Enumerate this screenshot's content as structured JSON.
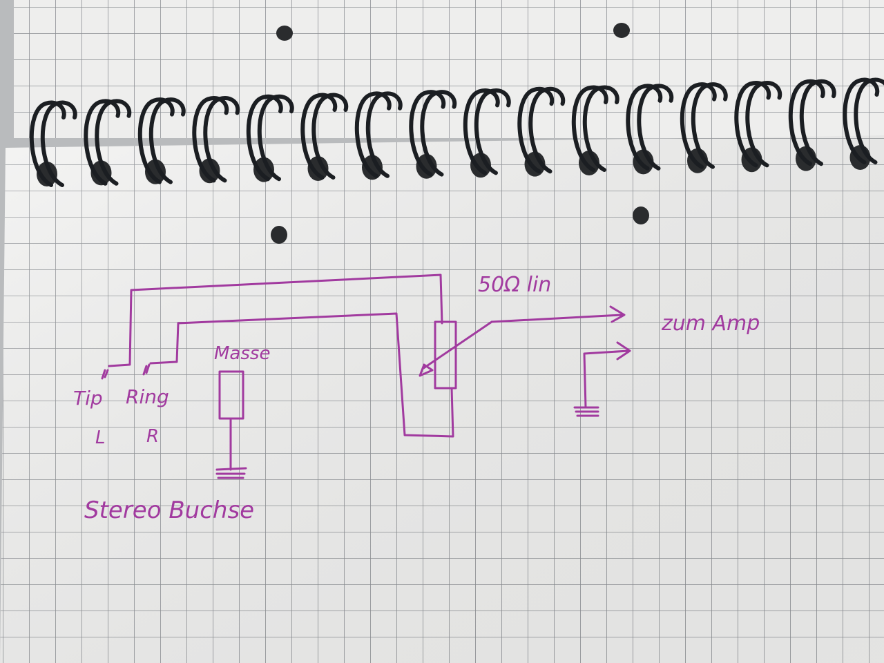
{
  "photo": {
    "subject": "hand-drawn circuit sketch on grid notebook paper",
    "ink_color": "#a13a9f",
    "paper_color": "#f2f2f1",
    "grid_color": "#8c8f94",
    "spiral_color": "#1b1e22"
  },
  "sketch": {
    "labels": {
      "pot": "50Ω lin",
      "amp": "zum Amp",
      "ground_label": "Masse",
      "tip": "Tip",
      "ring": "Ring",
      "left": "L",
      "right": "R",
      "jack": "Stereo Buchse"
    }
  }
}
